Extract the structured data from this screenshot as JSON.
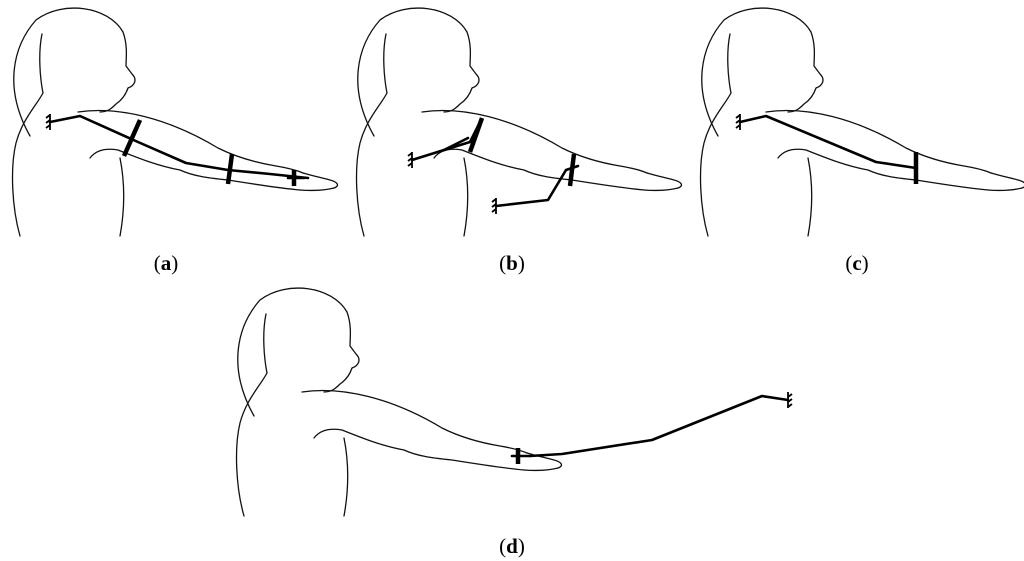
{
  "panels": [
    {
      "id": "a",
      "label_open": "(",
      "label_letter": "a",
      "label_close": ")"
    },
    {
      "id": "b",
      "label_open": "(",
      "label_letter": "b",
      "label_close": ")"
    },
    {
      "id": "c",
      "label_open": "(",
      "label_letter": "c",
      "label_close": ")"
    },
    {
      "id": "d",
      "label_open": "(",
      "label_letter": "d",
      "label_close": ")"
    }
  ],
  "colors": {
    "line": "#000000",
    "outline": "#111111",
    "background": "#ffffff"
  }
}
